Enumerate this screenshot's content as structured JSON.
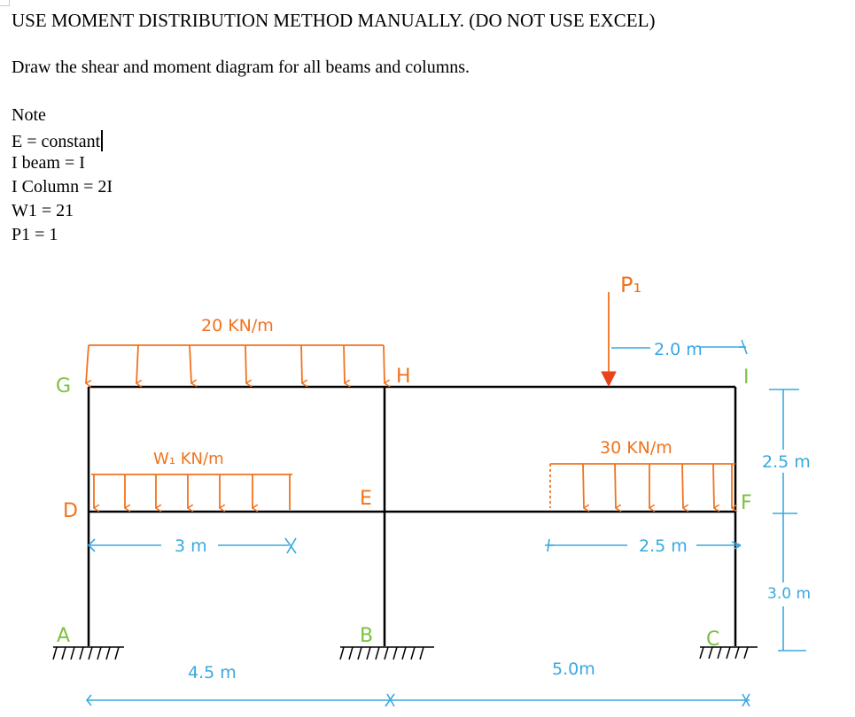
{
  "document": {
    "heading": "USE MOMENT DISTRIBUTION METHOD MANUALLY. (DO NOT USE EXCEL)",
    "instruction": "Draw the shear and moment diagram for all beams and columns.",
    "note_title": "Note",
    "notes": [
      "E = constant",
      "I beam = I",
      "I Column = 2I",
      "W1 = 21",
      "P1 = 1"
    ]
  },
  "figure": {
    "load_top": "20 KN/m",
    "load_w1": "W₁ KN/m",
    "load_30": "30 KN/m",
    "point_load": "P₁",
    "dim_2m": "2.0 m",
    "dim_3m": "3 m",
    "dim_2_5m": "2.5 m",
    "dim_4_5m": "4.5 m",
    "dim_5m": "5.0m",
    "dim_right_upper": "2.5 m",
    "dim_right_lower": "3.0 m",
    "nodes": {
      "G": "G",
      "H": "H",
      "I": "I",
      "D": "D",
      "E": "E",
      "F": "F",
      "A": "A",
      "B": "B",
      "C": "C"
    },
    "colors": {
      "frame": "#000000",
      "load": "#f0731e",
      "dimension": "#39a8e0",
      "node_label": "#7ac142",
      "point_load_head": "#e8431a"
    }
  }
}
